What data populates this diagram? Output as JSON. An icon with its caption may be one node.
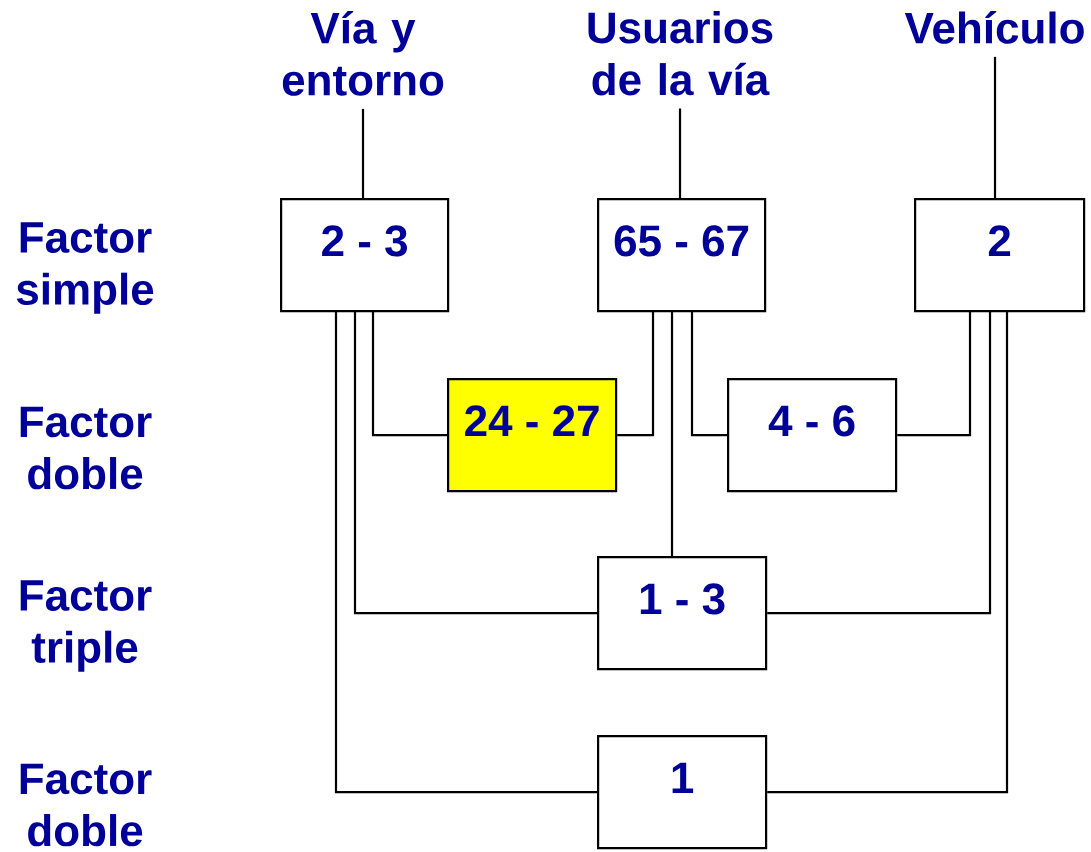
{
  "diagram": {
    "nodes": [
      {
        "text": [
          "Vía y entorno"
        ]
      },
      {
        "text": [
          "Usuarios de la vía"
        ]
      },
      {
        "text": [
          "Vehículo"
        ]
      },
      {
        "text": [
          "2 - 3"
        ]
      },
      {
        "text": [
          "65 - 67"
        ]
      },
      {
        "text": [
          "2"
        ]
      },
      {
        "text": [
          "24 - 27"
        ]
      },
      {
        "text": [
          "4 - 6"
        ]
      },
      {
        "text": [
          "1 - 3"
        ]
      },
      {
        "text": [
          "1"
        ]
      }
    ],
    "edges": [
      {
        "from": 0,
        "to": 3,
        "arrow": "none"
      },
      {
        "from": 1,
        "to": 4,
        "arrow": "none"
      },
      {
        "from": 2,
        "to": 5,
        "arrow": "none"
      },
      {
        "from": 3,
        "to": 6,
        "arrow": "none"
      },
      {
        "from": 4,
        "to": 6,
        "arrow": "none"
      },
      {
        "from": 4,
        "to": 7,
        "arrow": "none"
      },
      {
        "from": 5,
        "to": 7,
        "arrow": "none"
      },
      {
        "from": 3,
        "to": 8,
        "arrow": "none"
      },
      {
        "from": 4,
        "to": 8,
        "arrow": "none"
      },
      {
        "from": 5,
        "to": 8,
        "arrow": "none"
      },
      {
        "from": 3,
        "to": 9,
        "arrow": "none"
      },
      {
        "from": 5,
        "to": 9,
        "arrow": "none"
      }
    ],
    "labels": [
      "Factor simple",
      "Factor doble",
      "Factor triple",
      "Factor doble"
    ]
  }
}
